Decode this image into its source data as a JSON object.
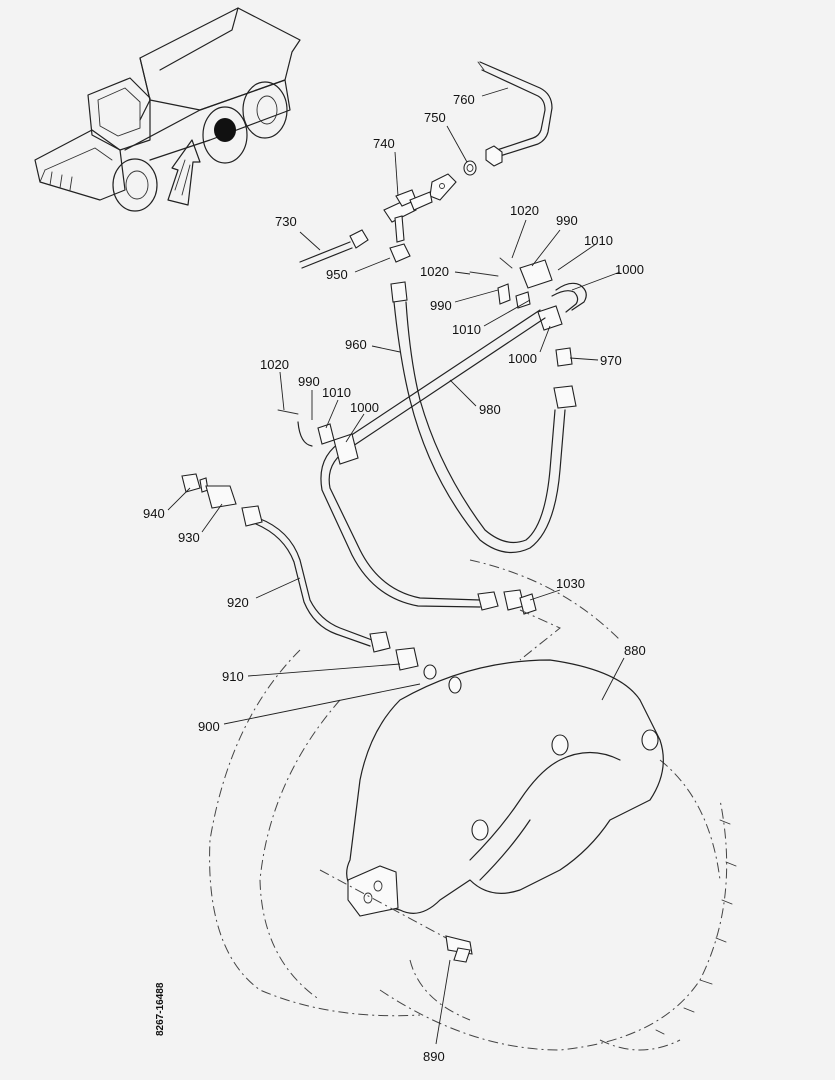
{
  "drawing_number": "8267-16488",
  "callouts": [
    {
      "id": "c730",
      "text": "730"
    },
    {
      "id": "c740",
      "text": "740"
    },
    {
      "id": "c750",
      "text": "750"
    },
    {
      "id": "c760",
      "text": "760"
    },
    {
      "id": "c950",
      "text": "950"
    },
    {
      "id": "c1020a",
      "text": "1020"
    },
    {
      "id": "c990a",
      "text": "990"
    },
    {
      "id": "c1010a",
      "text": "1010"
    },
    {
      "id": "c1000a",
      "text": "1000"
    },
    {
      "id": "c1020b",
      "text": "1020"
    },
    {
      "id": "c990b",
      "text": "990"
    },
    {
      "id": "c1010b",
      "text": "1010"
    },
    {
      "id": "c1000b",
      "text": "1000"
    },
    {
      "id": "c970",
      "text": "970"
    },
    {
      "id": "c960",
      "text": "960"
    },
    {
      "id": "c980",
      "text": "980"
    },
    {
      "id": "c1020c",
      "text": "1020"
    },
    {
      "id": "c990c",
      "text": "990"
    },
    {
      "id": "c1010c",
      "text": "1010"
    },
    {
      "id": "c1000c",
      "text": "1000"
    },
    {
      "id": "c940",
      "text": "940"
    },
    {
      "id": "c930",
      "text": "930"
    },
    {
      "id": "c920",
      "text": "920"
    },
    {
      "id": "c1030",
      "text": "1030"
    },
    {
      "id": "c880",
      "text": "880"
    },
    {
      "id": "c910",
      "text": "910"
    },
    {
      "id": "c900",
      "text": "900"
    },
    {
      "id": "c890",
      "text": "890"
    }
  ]
}
